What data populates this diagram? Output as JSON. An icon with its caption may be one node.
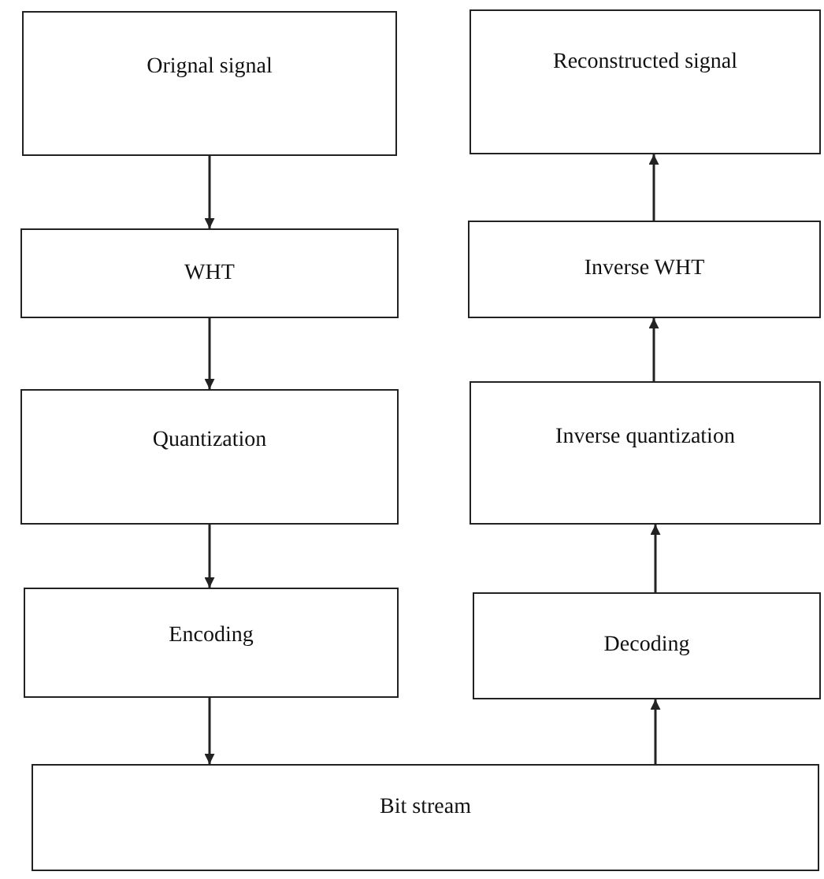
{
  "diagram": {
    "nodes": [
      {
        "text": [
          "Orignal signal"
        ]
      },
      {
        "text": [
          "WHT"
        ]
      },
      {
        "text": [
          "Quantization"
        ]
      },
      {
        "text": [
          "Encoding"
        ]
      },
      {
        "text": [
          "Bit stream"
        ]
      },
      {
        "text": [
          "Decoding"
        ]
      },
      {
        "text": [
          "Inverse quantization"
        ]
      },
      {
        "text": [
          "Inverse WHT"
        ]
      },
      {
        "text": [
          "Reconstructed signal"
        ]
      }
    ],
    "edges": [
      {
        "from": 0,
        "to": 1,
        "arrow": "to"
      },
      {
        "from": 1,
        "to": 2,
        "arrow": "to"
      },
      {
        "from": 2,
        "to": 3,
        "arrow": "to"
      },
      {
        "from": 3,
        "to": 4,
        "arrow": "to"
      },
      {
        "from": 4,
        "to": 5,
        "arrow": "to"
      },
      {
        "from": 5,
        "to": 6,
        "arrow": "to"
      },
      {
        "from": 6,
        "to": 7,
        "arrow": "to"
      },
      {
        "from": 7,
        "to": 8,
        "arrow": "to"
      }
    ]
  }
}
